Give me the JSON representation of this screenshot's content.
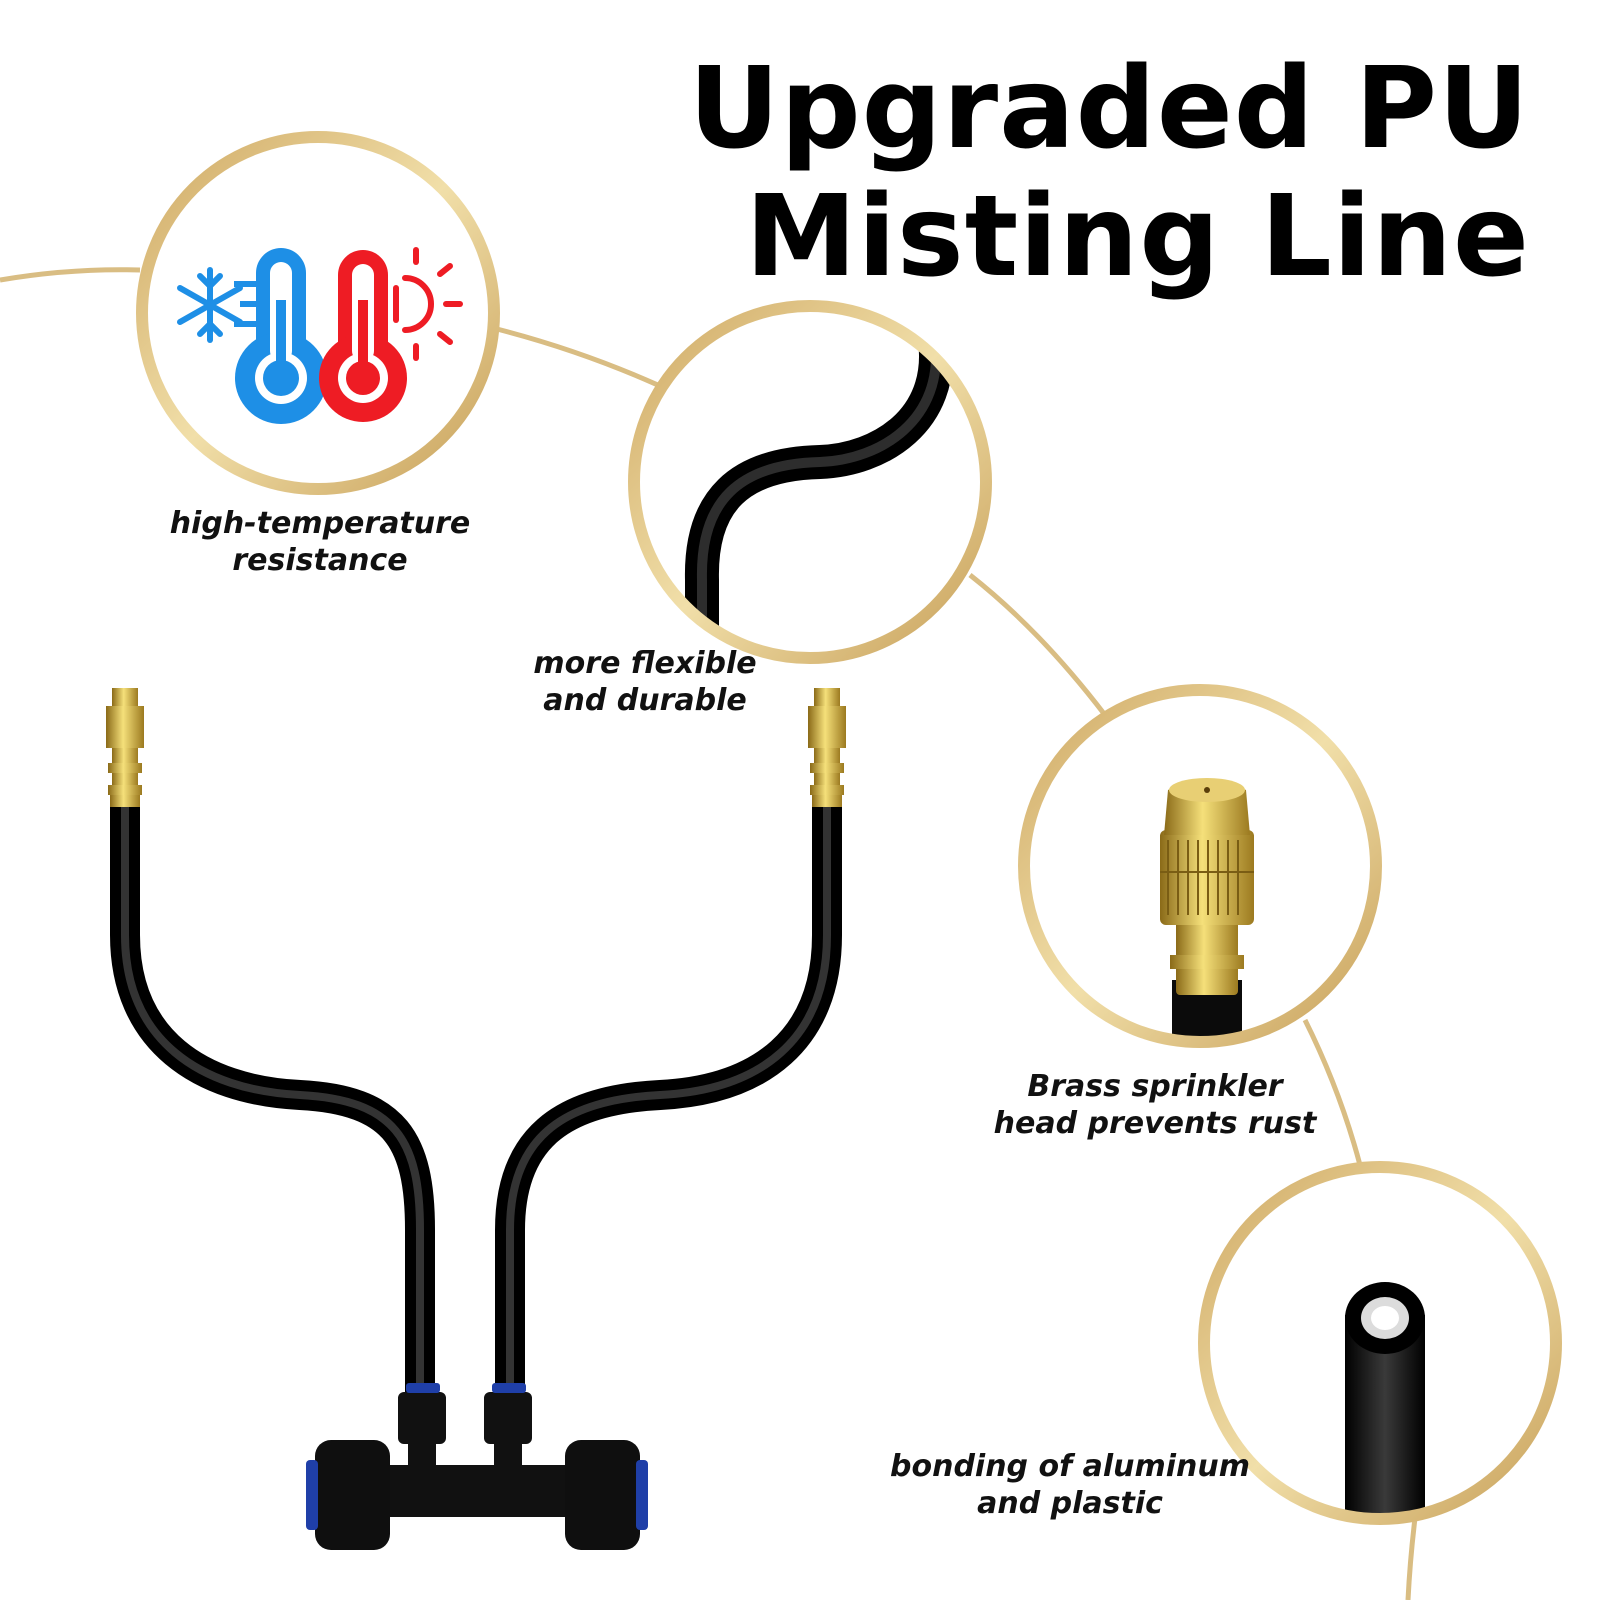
{
  "title": {
    "line1": "Upgraded PU",
    "line2": "Misting Line"
  },
  "features": [
    {
      "icon": "temperature-snow-sun-icon",
      "line1": "high-temperature",
      "line2": "resistance"
    },
    {
      "icon": "flexible-hose-icon",
      "line1": "more flexible",
      "line2": "and durable"
    },
    {
      "icon": "brass-nozzle-icon",
      "line1": "Brass sprinkler",
      "line2": "head prevents rust"
    },
    {
      "icon": "tube-cross-section-icon",
      "line1": "bonding of aluminum",
      "line2": "and plastic"
    }
  ],
  "colors": {
    "ring_gold": "#d9b97a",
    "hose_black": "#111111",
    "brass": "#c9a43a",
    "cold_blue": "#1e8fe6",
    "hot_red": "#ee1c24",
    "connector_blue": "#1f3fa8"
  }
}
